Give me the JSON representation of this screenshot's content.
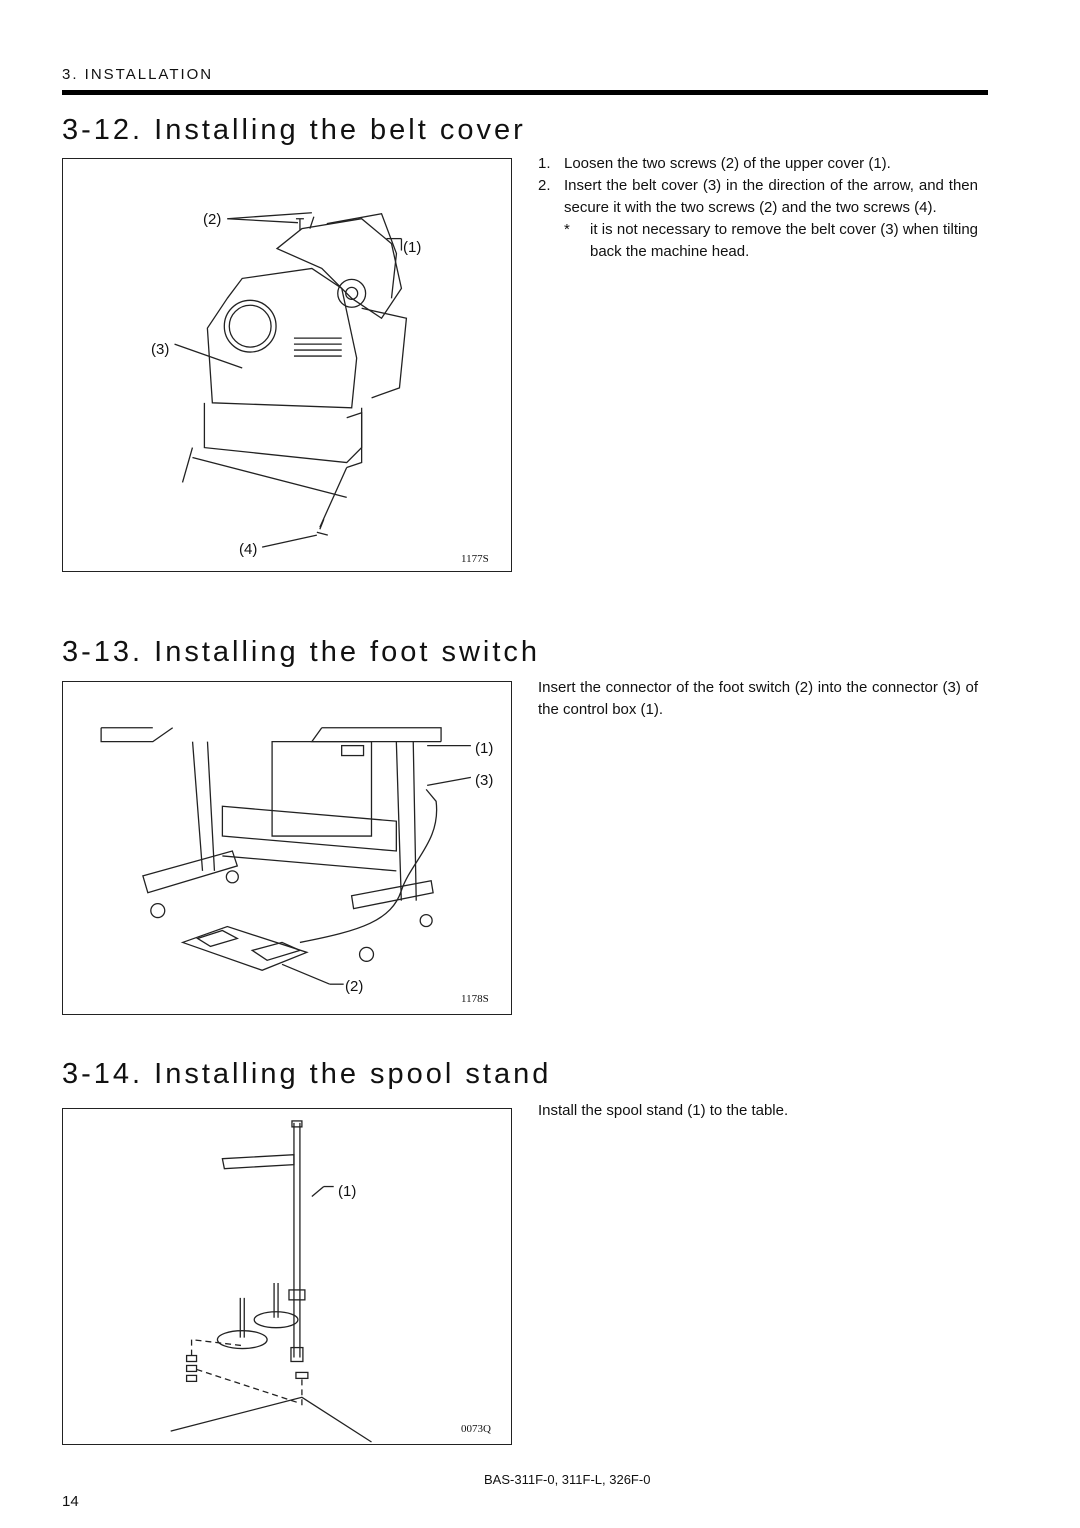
{
  "header": {
    "section": "3. INSTALLATION"
  },
  "sections": [
    {
      "title": "3-12. Installing the belt cover",
      "figure": {
        "code": "1177S",
        "callouts": {
          "c2": "(2)",
          "c1": "(1)",
          "c3": "(3)",
          "c4": "(4)"
        }
      },
      "steps": [
        {
          "num": "1.",
          "text": "Loosen the two screws (2) of the upper cover (1)."
        },
        {
          "num": "2.",
          "text": "Insert the belt cover (3) in the direction of the arrow, and then secure it with the two screws (2) and the two screws (4)."
        }
      ],
      "note": {
        "mark": "*",
        "text": "it is not necessary to remove the belt cover (3) when tilting back the machine head."
      }
    },
    {
      "title": "3-13. Installing the foot switch",
      "figure": {
        "code": "1178S",
        "callouts": {
          "c1": "(1)",
          "c3": "(3)",
          "c2": "(2)"
        }
      },
      "text": "Insert the connector of the foot switch (2) into the connector (3) of the control box (1)."
    },
    {
      "title": "3-14. Installing the spool stand",
      "figure": {
        "code": "0073Q",
        "callouts": {
          "c1": "(1)"
        }
      },
      "text": "Install the spool stand (1) to the table."
    }
  ],
  "footer": {
    "model": "BAS-311F-0, 311F-L, 326F-0",
    "page": "14"
  }
}
